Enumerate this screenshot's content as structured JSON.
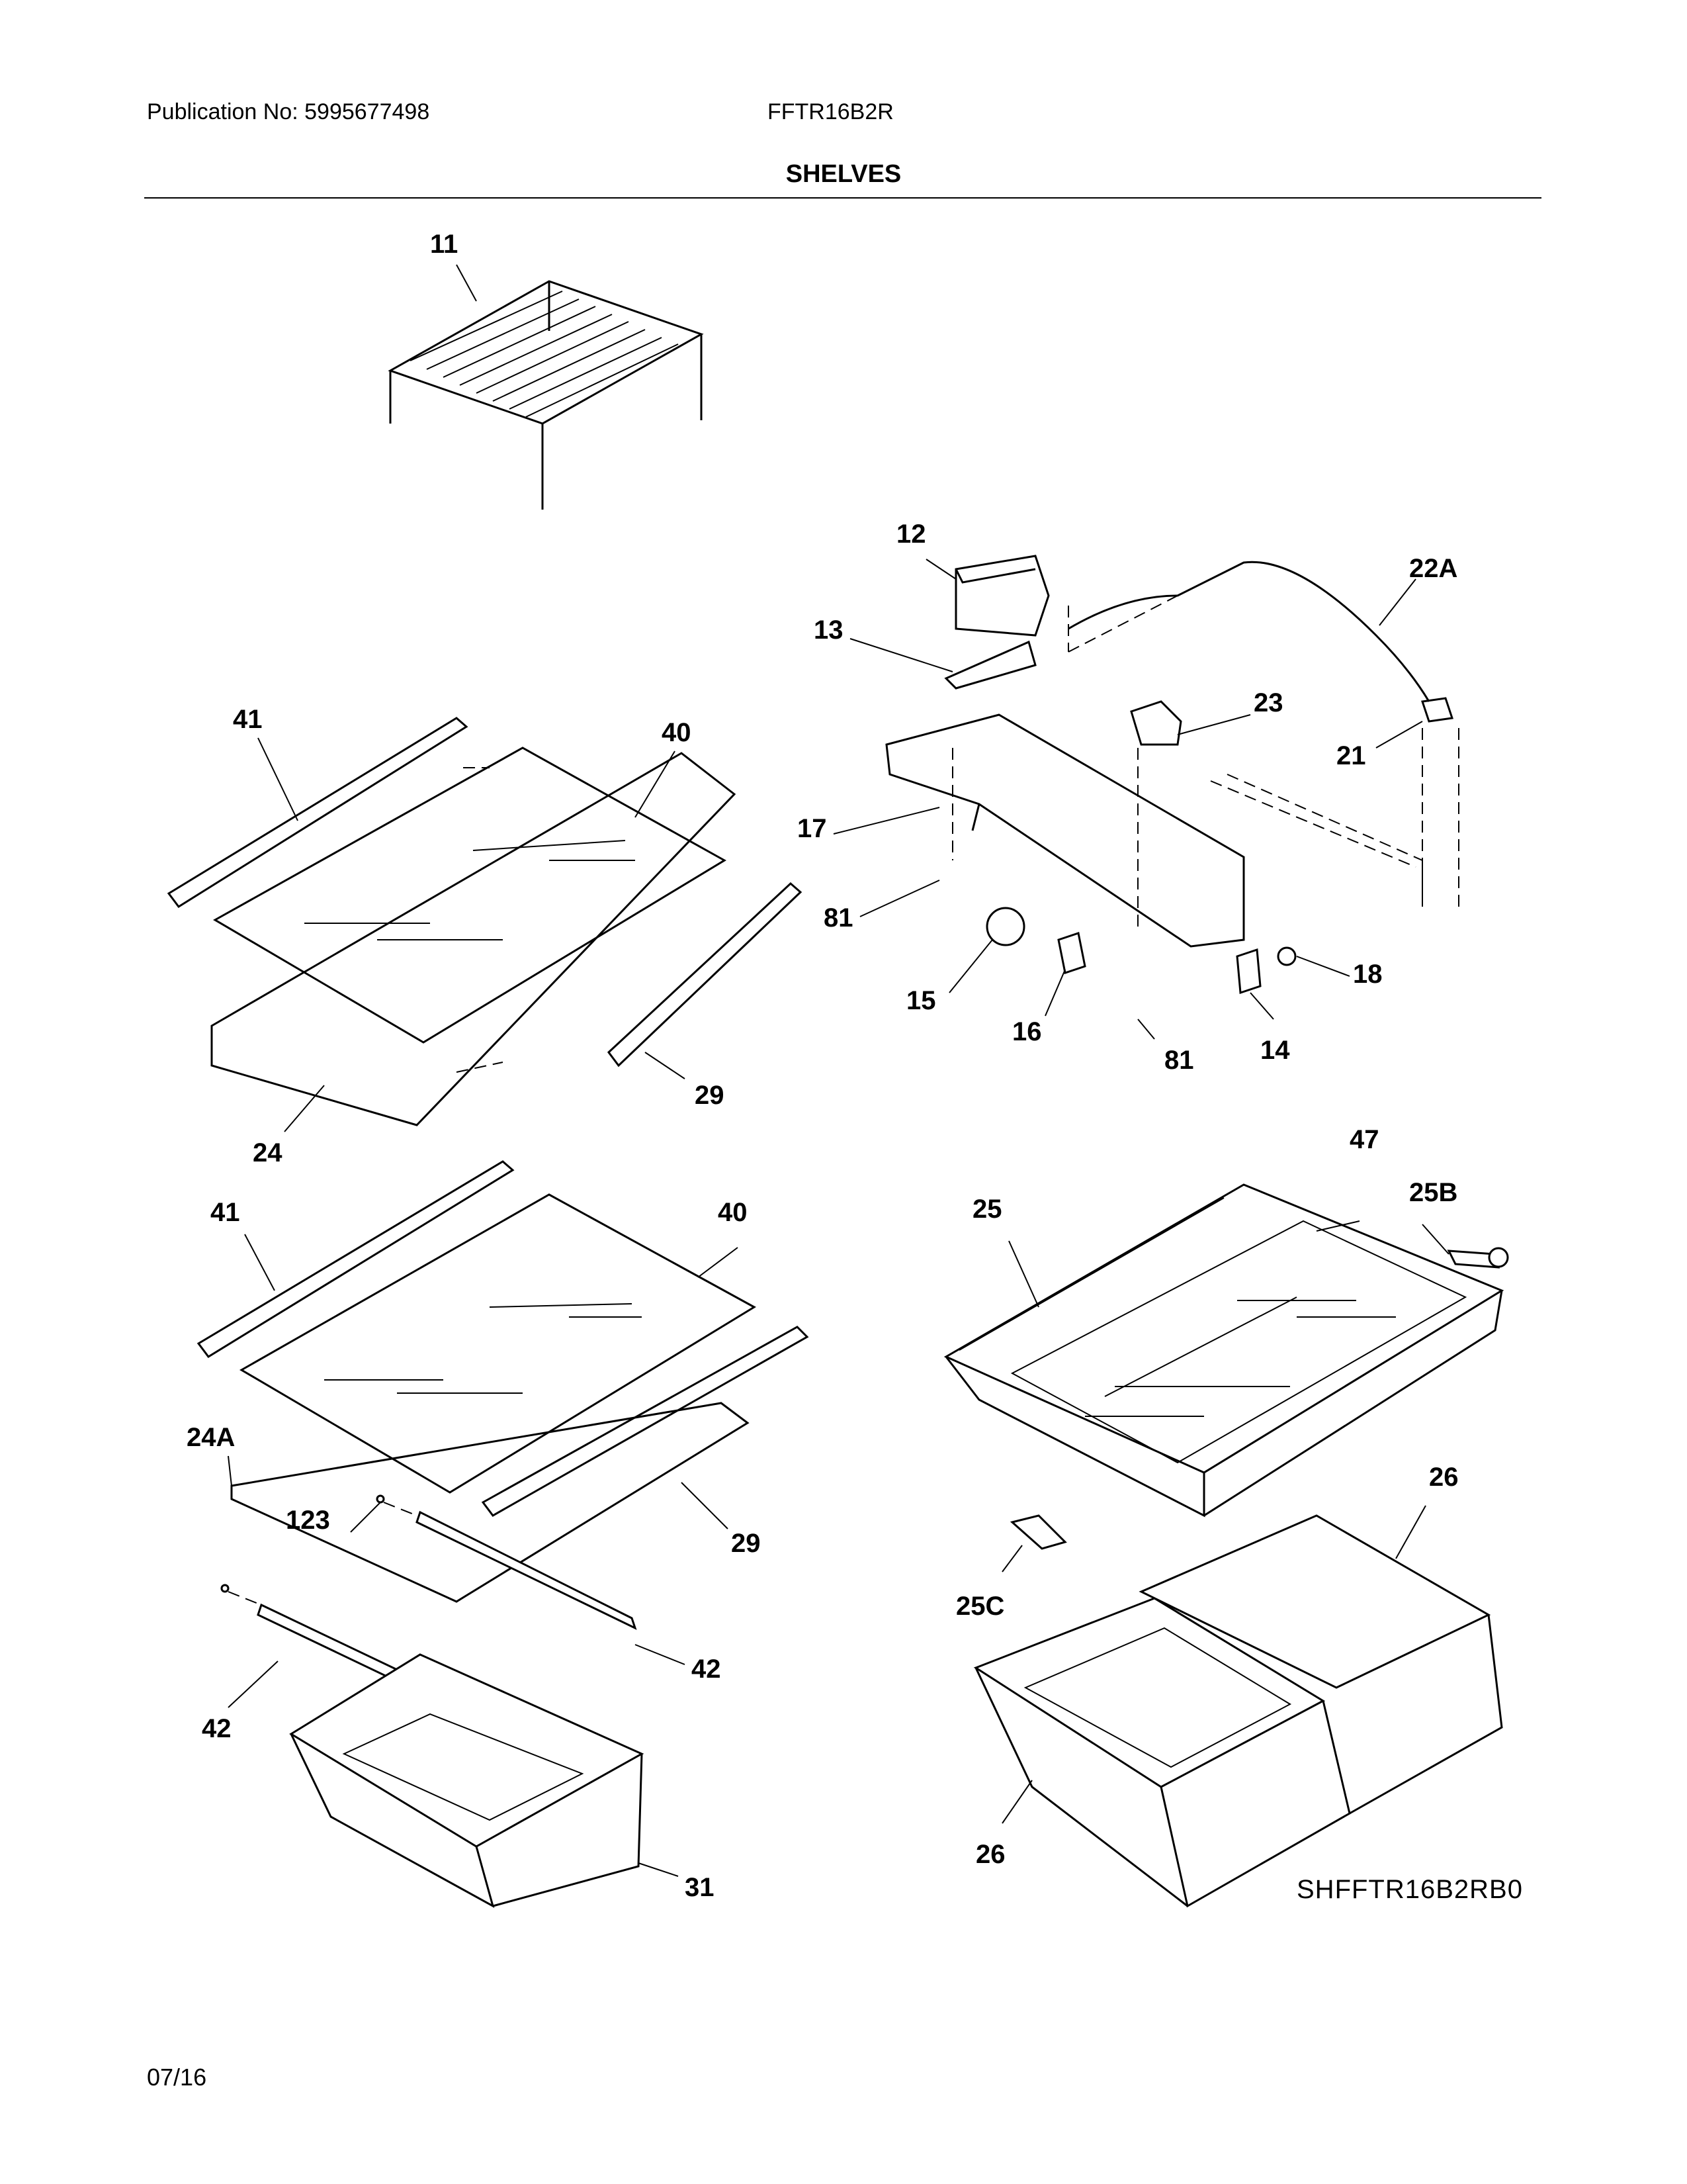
{
  "header": {
    "publication": "Publication No: 5995677498",
    "model": "FFTR16B2R",
    "section_title": "SHELVES"
  },
  "footer": {
    "date": "07/16",
    "diagram_code": "SHFFTR16B2RB0"
  },
  "callouts": [
    "11",
    "12",
    "13",
    "22A",
    "23",
    "21",
    "17",
    "81",
    "15",
    "16",
    "81",
    "14",
    "18",
    "41",
    "40",
    "29",
    "24",
    "41",
    "40",
    "24A",
    "123",
    "29",
    "42",
    "42",
    "31",
    "47",
    "25",
    "25B",
    "26",
    "25C",
    "26"
  ]
}
